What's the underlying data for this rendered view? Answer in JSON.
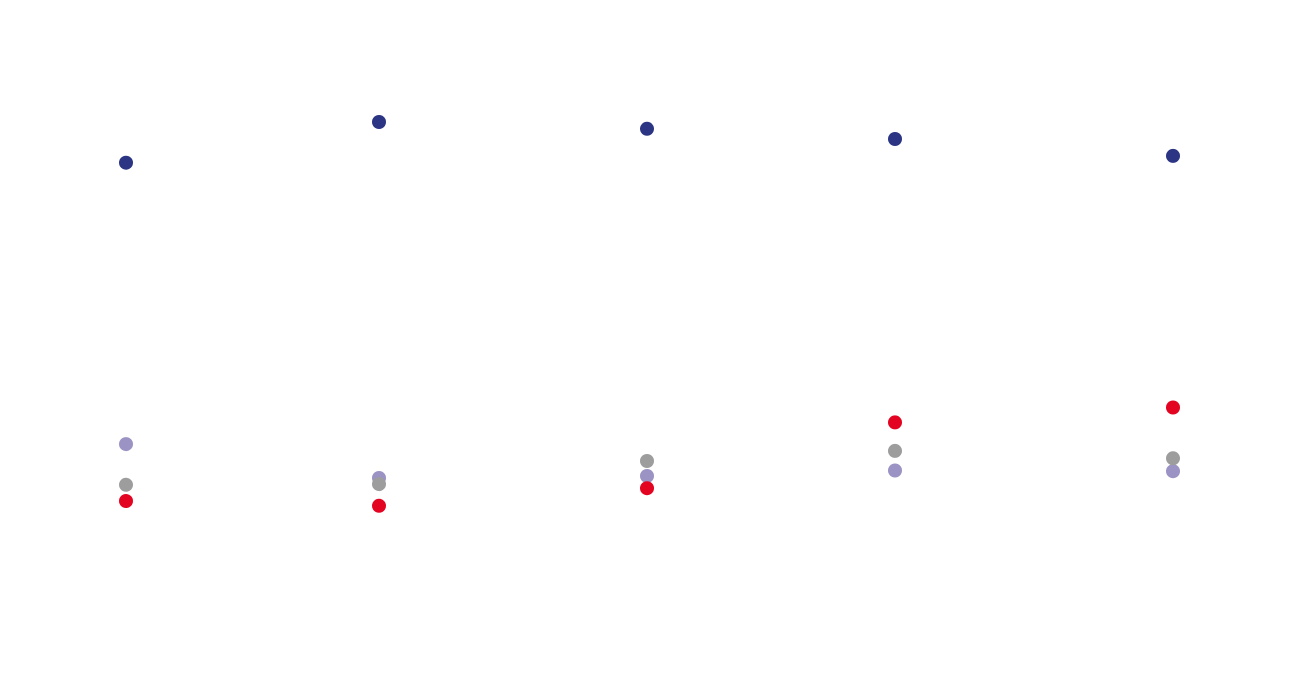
{
  "chart_data": {
    "type": "scatter",
    "title": "",
    "xlabel": "",
    "ylabel": "",
    "grid": false,
    "legend": "none",
    "x": [
      1,
      2,
      3,
      4,
      5
    ],
    "ylim": [
      0,
      100
    ],
    "series": [
      {
        "color": "#2b3583",
        "values": [
          76,
          82,
          81,
          79.5,
          77
        ]
      },
      {
        "color": "#9a93c4",
        "values": [
          34.5,
          29.5,
          29.8,
          30.6,
          30.5
        ]
      },
      {
        "color": "#9d9d9d",
        "values": [
          28.5,
          28.6,
          32,
          33.5,
          32.4
        ]
      },
      {
        "color": "#e30421",
        "values": [
          26.1,
          25.4,
          28,
          37.7,
          39.9
        ]
      }
    ]
  }
}
